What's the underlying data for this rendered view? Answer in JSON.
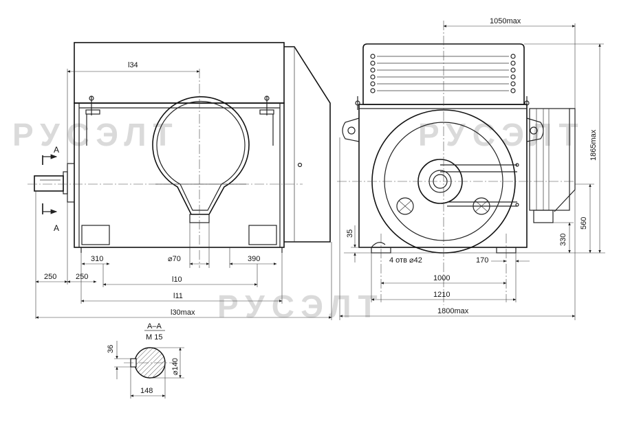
{
  "watermark": "РУСЭЛТ",
  "section": {
    "title": "A–A",
    "thread": "М 15",
    "key": "36",
    "diameter": "⌀140",
    "length": "148"
  },
  "side_view": {
    "section_mark": "A",
    "dims": {
      "l34": "l34",
      "d70": "⌀70",
      "d310": "310",
      "d390": "390",
      "d250a": "250",
      "d250b": "250",
      "l10": "l10",
      "l11": "l11",
      "l30": "l30max"
    }
  },
  "front_view": {
    "dims": {
      "w1050": "1050max",
      "h1865": "1865max",
      "h560": "560",
      "h330": "330",
      "h35": "35",
      "holes": "4 отв ⌀42",
      "d170": "170",
      "d1000": "1000",
      "d1210": "1210",
      "w1800": "1800max"
    }
  }
}
